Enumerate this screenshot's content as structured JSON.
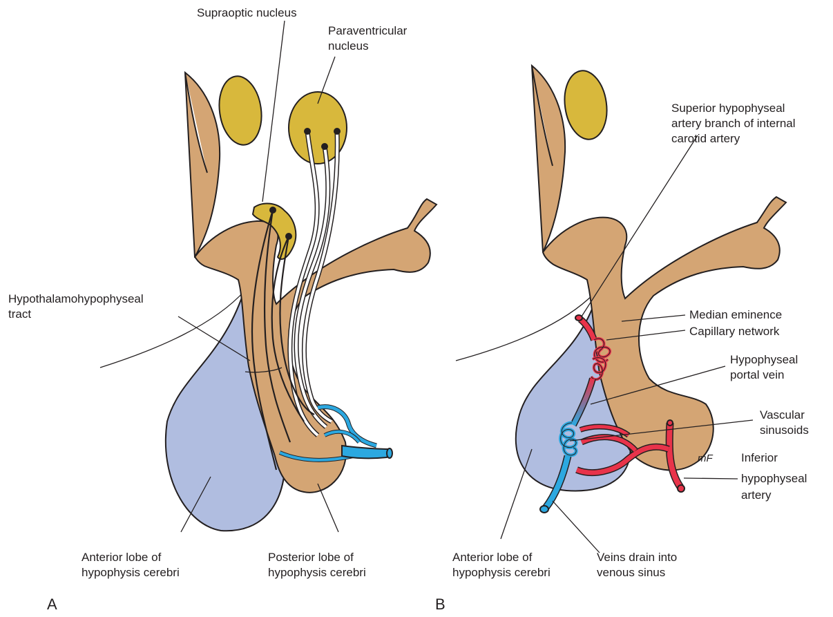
{
  "colors": {
    "tissue": "#d4a574",
    "nucleus": "#d8b83c",
    "anterior_lobe": "#b0bde0",
    "artery": "#e8334a",
    "vein": "#2ca8e0",
    "ink": "#231f20"
  },
  "panel_a": {
    "panel_label": "A",
    "labels": {
      "supraoptic_nucleus": "Supraoptic nucleus",
      "paraventricular_line1": "Paraventricular",
      "paraventricular_line2": "nucleus",
      "tract_line1": "Hypothalamohypophyseal",
      "tract_line2": "tract",
      "anterior_lobe_line1": "Anterior lobe of",
      "anterior_lobe_line2": "hypophysis cerebri",
      "posterior_lobe_line1": "Posterior lobe of",
      "posterior_lobe_line2": "hypophysis cerebri"
    }
  },
  "panel_b": {
    "panel_label": "B",
    "labels": {
      "superior_artery_line1": "Superior hypophyseal",
      "superior_artery_line2": "artery branch of internal",
      "superior_artery_line3": "carotid artery",
      "median_eminence": "Median eminence",
      "capillary_network": "Capillary network",
      "portal_vein_line1": "Hypophyseal",
      "portal_vein_line2": "portal vein",
      "sinusoids_line1": "Vascular",
      "sinusoids_line2": "sinusoids",
      "inferior_artery_line1": "Inferior",
      "inferior_artery_line2": "hypophyseal",
      "inferior_artery_line3": "artery",
      "anterior_lobe_line1": "Anterior lobe of",
      "anterior_lobe_line2": "hypophysis cerebri",
      "veins_line1": "Veins drain into",
      "veins_line2": "venous sinus",
      "artist_signature": "mF"
    }
  }
}
